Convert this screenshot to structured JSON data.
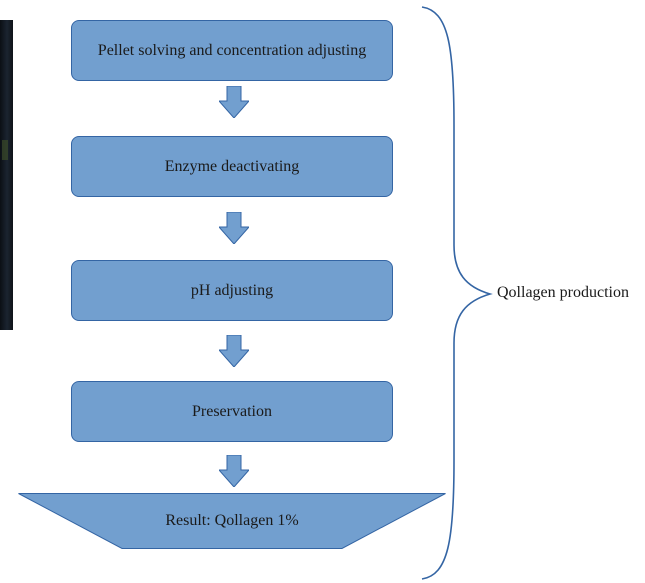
{
  "steps": [
    {
      "label": "Pellet solving and concentration adjusting"
    },
    {
      "label": "Enzyme deactivating"
    },
    {
      "label": "pH adjusting"
    },
    {
      "label": "Preservation"
    }
  ],
  "result": {
    "label": "Result: Qollagen 1%"
  },
  "brace": {
    "label": "Qollagen production"
  },
  "colors": {
    "box_fill": "#729fcf",
    "box_border": "#3465a4",
    "brace_stroke": "#3465a4"
  }
}
